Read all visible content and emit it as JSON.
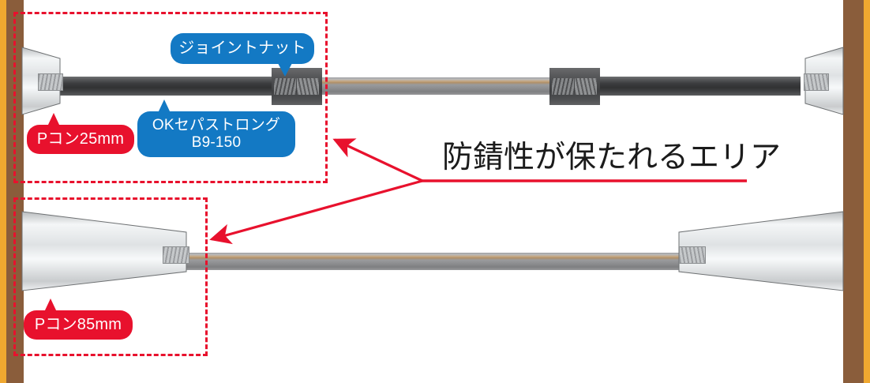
{
  "diagram": {
    "title": "防錆性が保たれるエリア",
    "annotation": {
      "text": "防錆性が保たれるエリア",
      "color": "#1b1b1b",
      "underline_color": "#e8112d"
    },
    "colors": {
      "red": "#e8112d",
      "blue": "#1379c4",
      "wall_panel": "#8a5d3b",
      "wall_stripe": "#f0a830",
      "rod_dark": "#3c3d3f",
      "rod_steel": "#9a9b9d",
      "cone": "#e9ebec",
      "nut": "#4a4b4d"
    },
    "upper_assembly": {
      "name": "upper-rod-assembly",
      "labels": [
        {
          "id": "pcon-25",
          "text": "Pコン25mm",
          "style": "red",
          "points_to": "left-cone-upper"
        },
        {
          "id": "separator",
          "text": "OKセパストロング\nB9-150",
          "style": "blue",
          "points_to": "dark-rod-upper"
        },
        {
          "id": "joint-nut",
          "text": "ジョイントナット",
          "style": "blue",
          "points_to": "joint-nut-left"
        }
      ]
    },
    "lower_assembly": {
      "name": "lower-rod-assembly",
      "labels": [
        {
          "id": "pcon-85",
          "text": "Pコン85mm",
          "style": "red",
          "points_to": "left-cone-lower"
        }
      ]
    },
    "regions": [
      {
        "id": "region-upper",
        "name": "rust-free-region-upper"
      },
      {
        "id": "region-lower",
        "name": "rust-free-region-lower"
      }
    ]
  }
}
